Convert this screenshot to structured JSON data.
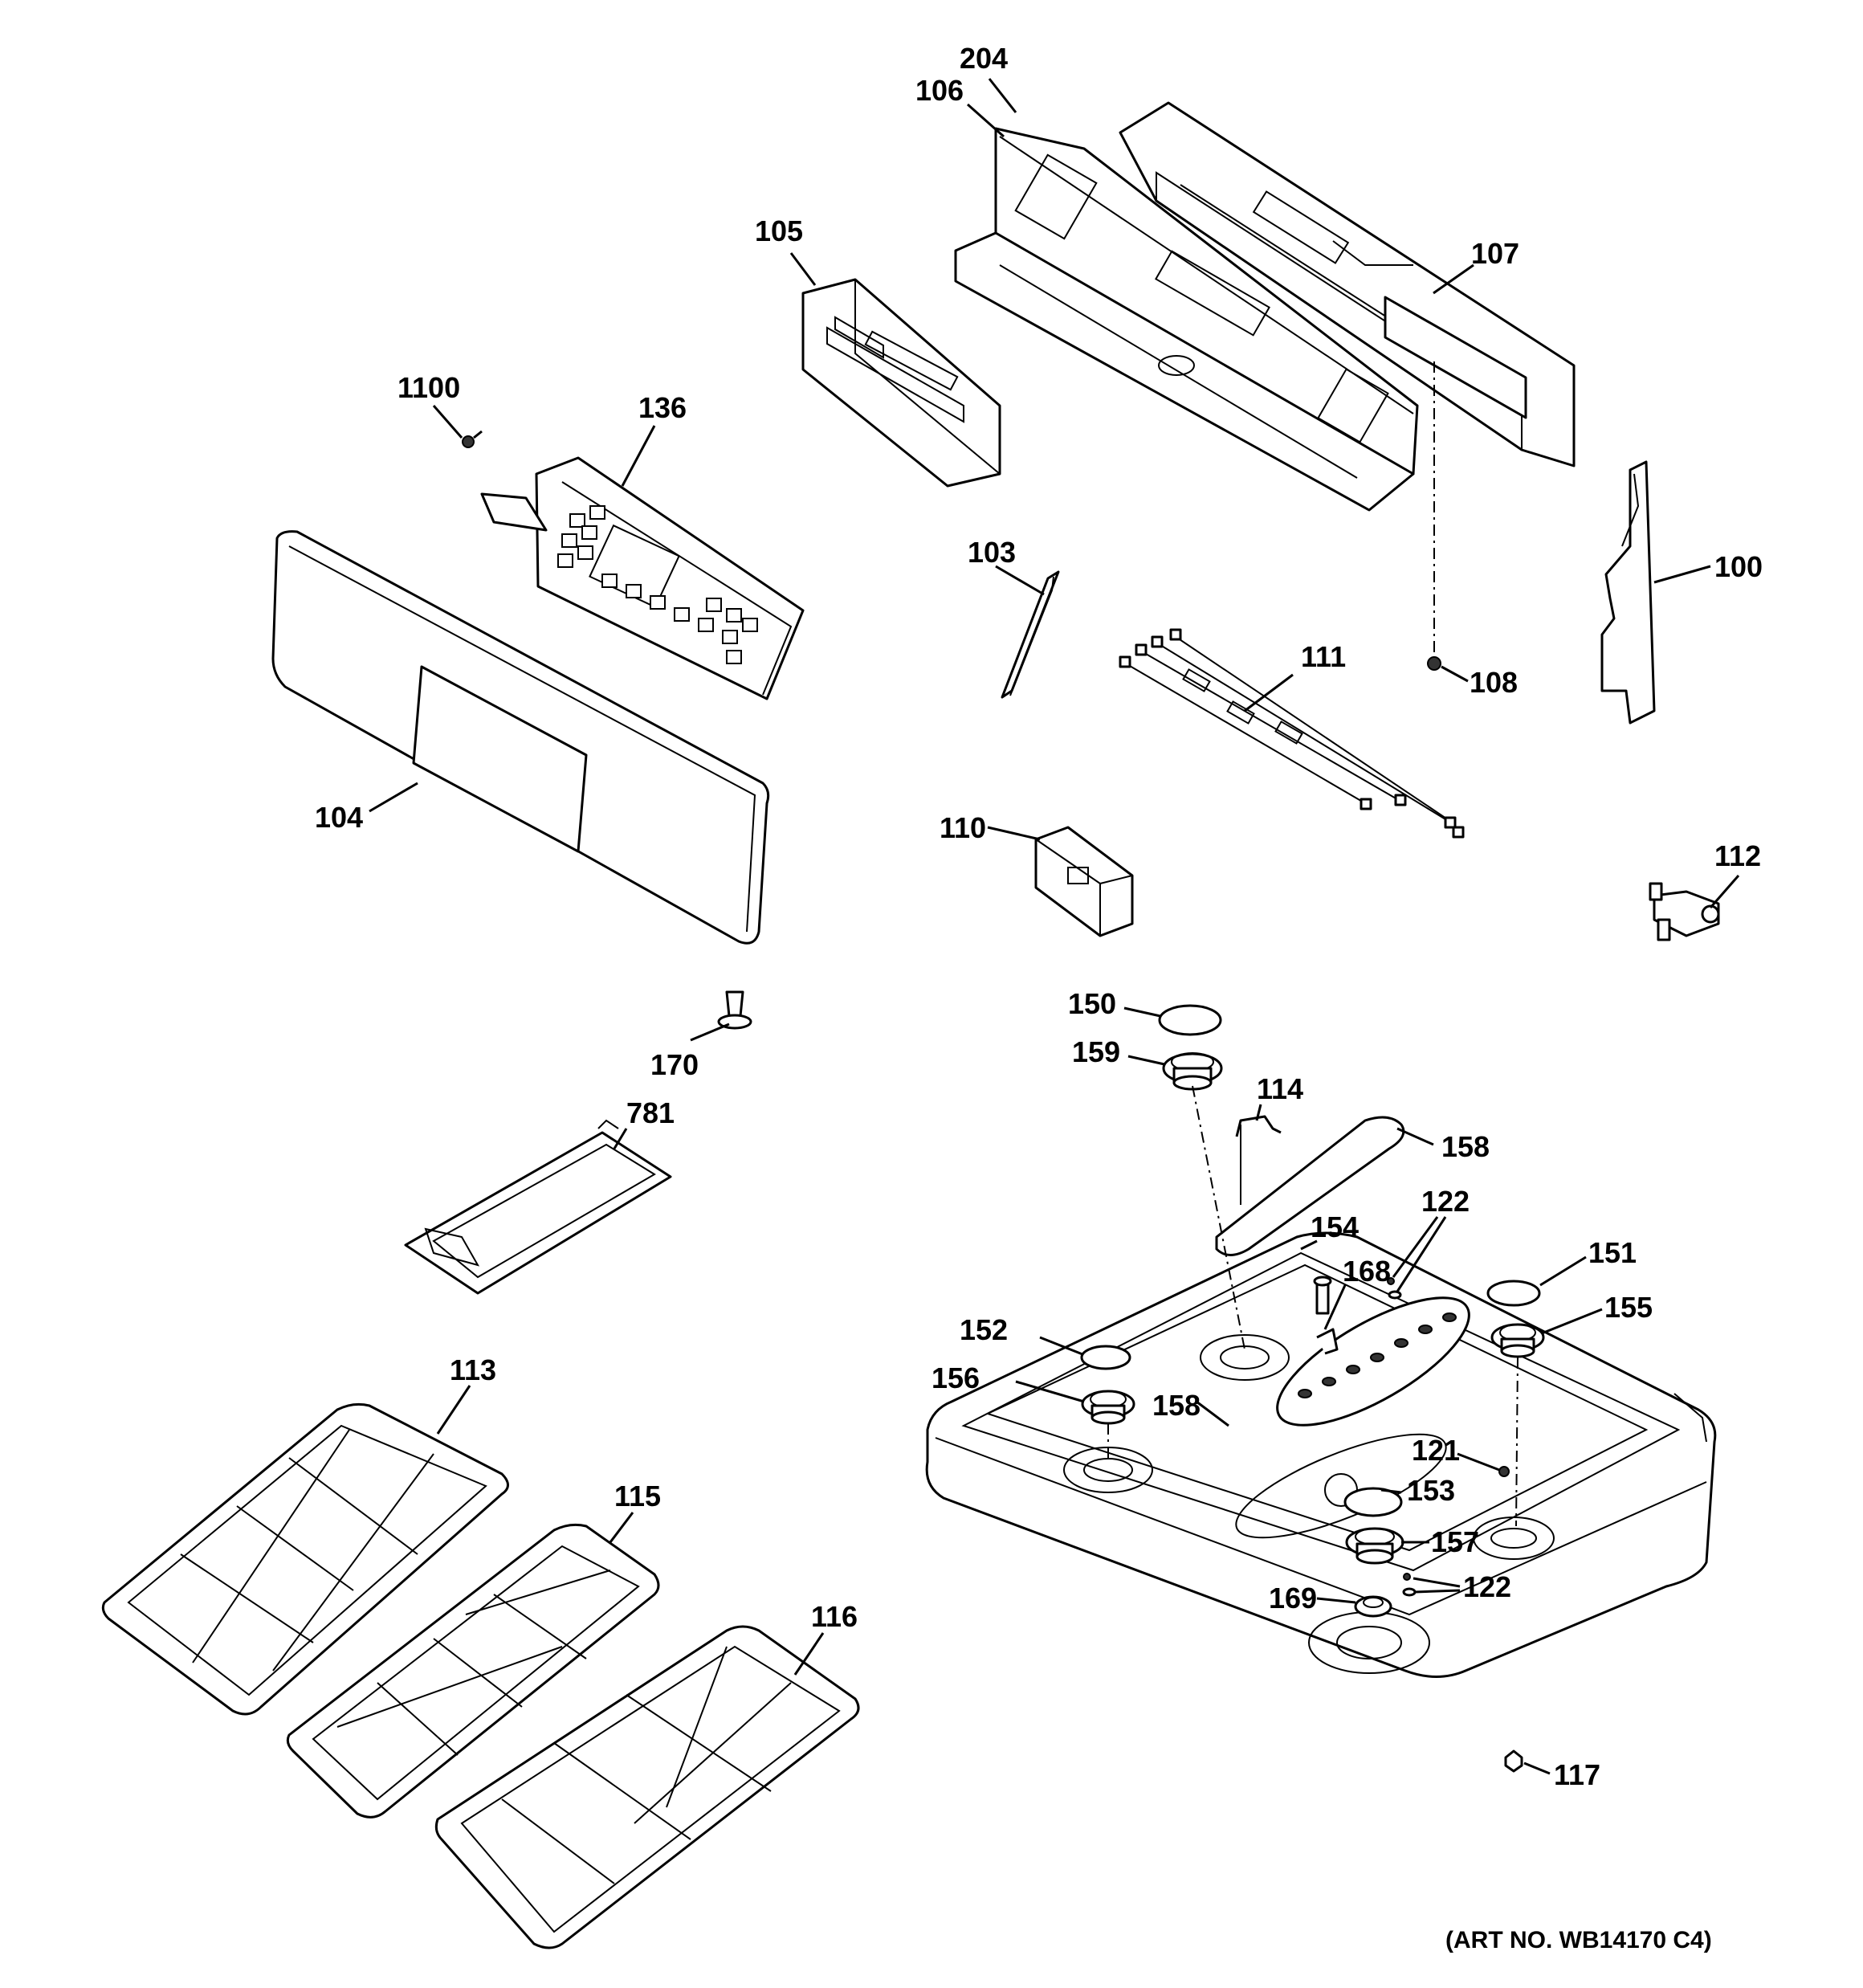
{
  "diagram": {
    "art_number": "(ART NO. WB14170 C4)",
    "callouts": {
      "p100": "100",
      "p103": "103",
      "p104": "104",
      "p105": "105",
      "p106": "106",
      "p107": "107",
      "p108": "108",
      "p110": "110",
      "p111": "111",
      "p112": "112",
      "p113": "113",
      "p114": "114",
      "p115": "115",
      "p116": "116",
      "p117": "117",
      "p121": "121",
      "p122a": "122",
      "p122b": "122",
      "p136": "136",
      "p150": "150",
      "p151": "151",
      "p152": "152",
      "p153": "153",
      "p154": "154",
      "p155": "155",
      "p156": "156",
      "p157": "157",
      "p158a": "158",
      "p158b": "158",
      "p159": "159",
      "p168": "168",
      "p169": "169",
      "p170": "170",
      "p204": "204",
      "p781": "781",
      "p1100": "1100"
    }
  }
}
